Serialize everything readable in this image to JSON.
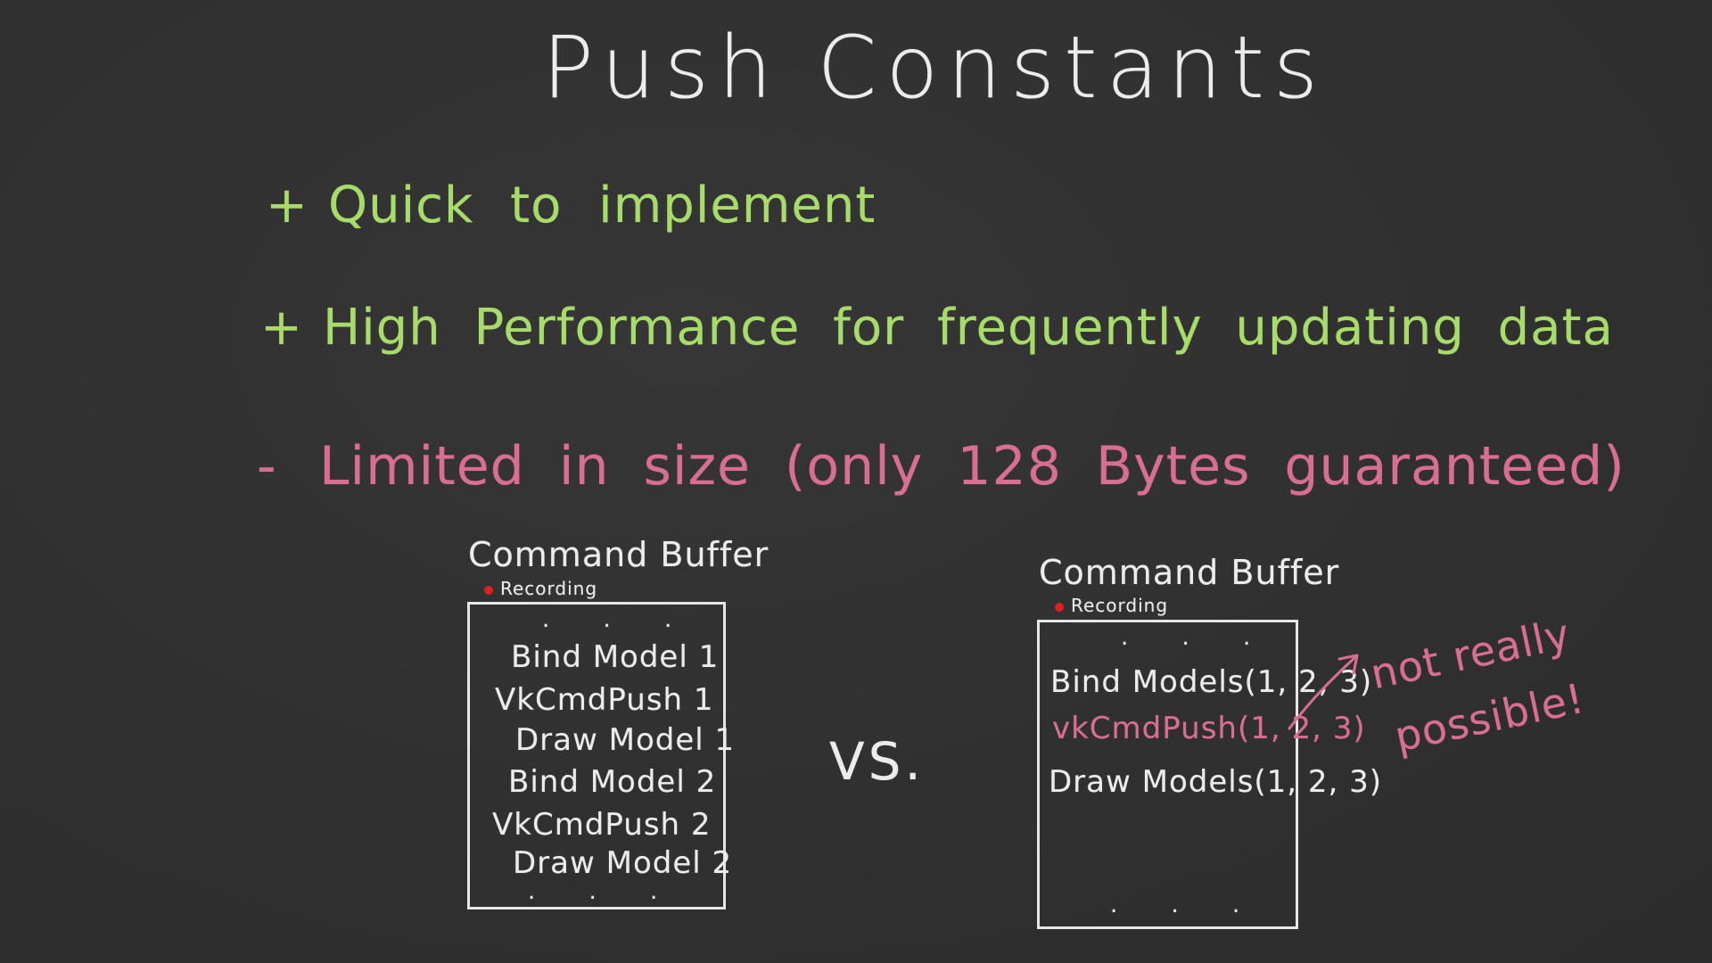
{
  "title": "Push Constants",
  "pros": [
    {
      "sign": "+",
      "text": "Quick to implement"
    },
    {
      "sign": "+",
      "text": "High Performance for frequently updating data"
    }
  ],
  "cons": [
    {
      "sign": "-",
      "text": "Limited in size (only 128 Bytes guaranteed)"
    }
  ],
  "left_buffer": {
    "title": "Command Buffer",
    "status": "Recording",
    "top_dots": ". . .",
    "commands": [
      "Bind Model 1",
      "VkCmdPush 1",
      "Draw Model 1",
      "Bind Model 2",
      "VkCmdPush 2",
      "Draw Model 2"
    ],
    "bottom_dots": ". . ."
  },
  "versus": "VS.",
  "right_buffer": {
    "title": "Command Buffer",
    "status": "Recording",
    "top_dots": ". . .",
    "commands": [
      "Bind Models(1, 2, 3)",
      "vkCmdPush(1, 2, 3)",
      "Draw Models(1, 2, 3)"
    ],
    "bottom_dots": ". . ."
  },
  "annotation": {
    "line1": "not really",
    "line2": "possible!"
  },
  "colors": {
    "background": "#303030",
    "chalk_white": "#ececec",
    "chalk_green": "#a8dc6a",
    "chalk_pink": "#d86f92",
    "recording_dot": "#e02020"
  }
}
